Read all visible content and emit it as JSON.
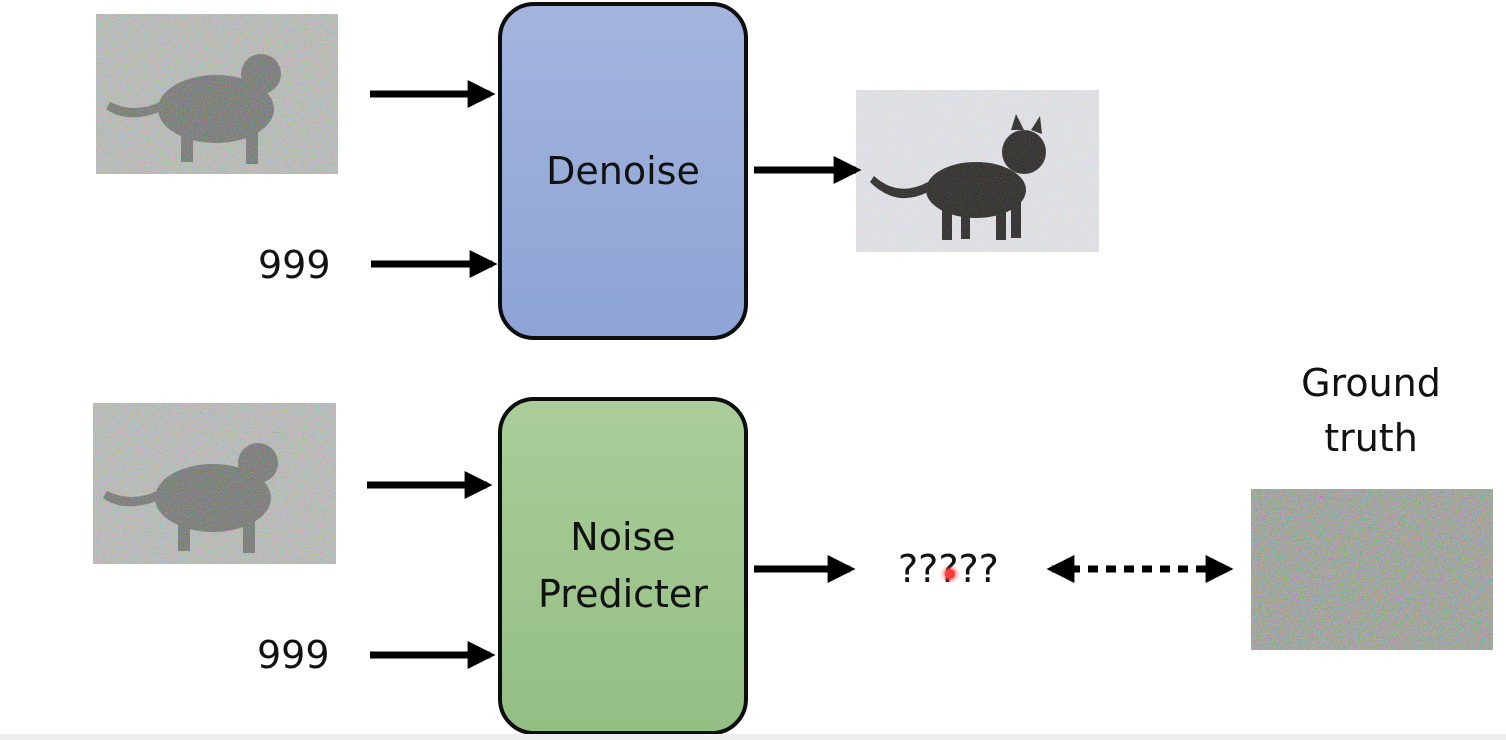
{
  "denoise_row": {
    "input_image": "noisy-cat-image",
    "step_label": "999",
    "block_label": "Denoise",
    "block_color_top": "#a3b5de",
    "block_color_bottom": "#8ea4d6",
    "output_image": "less-noisy-cat-image"
  },
  "predicter_row": {
    "input_image": "noisy-cat-image",
    "step_label": "999",
    "block_label": "Noise\nPredicter",
    "block_color_top": "#aacd9a",
    "block_color_bottom": "#94bf83",
    "output_label": "?????",
    "ground_truth_label": "Ground\ntruth",
    "ground_truth_image": "pure-noise-image"
  }
}
